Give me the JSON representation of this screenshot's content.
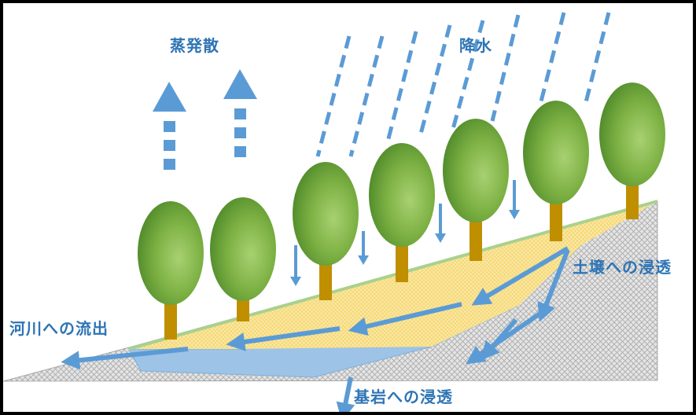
{
  "labels": {
    "evaporation": "蒸発散",
    "precipitation": "降水",
    "soil_infiltration": "土壌への浸透",
    "river_outflow": "河川への流出",
    "bedrock_infiltration": "基岩への浸透"
  },
  "colors": {
    "arrow_blue": "#5b9bd5",
    "label_blue": "#2e74b5",
    "tree_green": "#70a83c",
    "trunk_gold": "#bf8f00",
    "soil_yellow": "#f4d66d",
    "groundwater_blue": "#9dc3e6",
    "bedrock_gray": "#c8c8c8",
    "grass_green": "#a9d18e"
  },
  "icons": [
    "up-arrow-icon",
    "down-arrow-icon",
    "tree-icon",
    "rain-streak-icon"
  ]
}
